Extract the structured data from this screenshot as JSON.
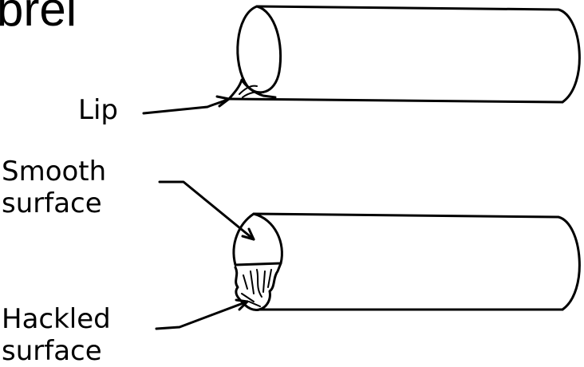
{
  "title": "brel",
  "labels": {
    "lip": "Lip",
    "smooth_line1": "Smooth",
    "smooth_line2": "surface",
    "hackled_line1": "Hackled",
    "hackled_line2": "surface"
  }
}
